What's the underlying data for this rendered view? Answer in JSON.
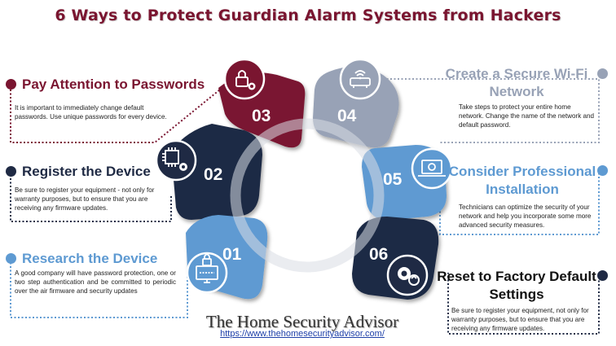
{
  "title": "6 Ways to Protect Guardian Alarm Systems from Hackers",
  "colors": {
    "maroon": "#7a1530",
    "navy": "#1f2a44",
    "blue": "#5e9ad2",
    "gray": "#98a2b6",
    "dark": "#222a3a"
  },
  "items": [
    {
      "number": "01",
      "heading": "Research the Device",
      "description": "A good company will have password protection, one or two step authentication and be committed to periodic over the air firmware and security updates",
      "icon": "monitor-lock-icon"
    },
    {
      "number": "02",
      "heading": "Register the Device",
      "description": "Be sure to register your equipment - not only for warranty purposes, but to ensure that you are receiving any firmware updates.",
      "icon": "chip-gear-icon"
    },
    {
      "number": "03",
      "heading": "Pay Attention to Passwords",
      "description": "It is important to immediately change default passwords. Use unique passwords for every device.",
      "icon": "lock-gear-icon"
    },
    {
      "number": "04",
      "heading_line1": "Create a Secure Wi-Fi",
      "heading_line2": "Network",
      "description": "Take steps to protect your entire home network.  Change the name of the network and default password.",
      "icon": "router-icon"
    },
    {
      "number": "05",
      "heading_line1": "Consider Professional",
      "heading_line2": "Installation",
      "description": "Technicians can optimize the security of your network and help you incorporate some more advanced security measures.",
      "icon": "laptop-gear-icon"
    },
    {
      "number": "06",
      "heading_line1": "Reset to Factory Default",
      "heading_line2": "Settings",
      "description": "Be sure to register your equipment,  not only for warranty purposes, but to ensure that you are receiving any firmware updates.",
      "icon": "reset-gear-icon"
    }
  ],
  "brand": "The Home Security Advisor",
  "url": "https://www.thehomesecurityadvisor.com/"
}
